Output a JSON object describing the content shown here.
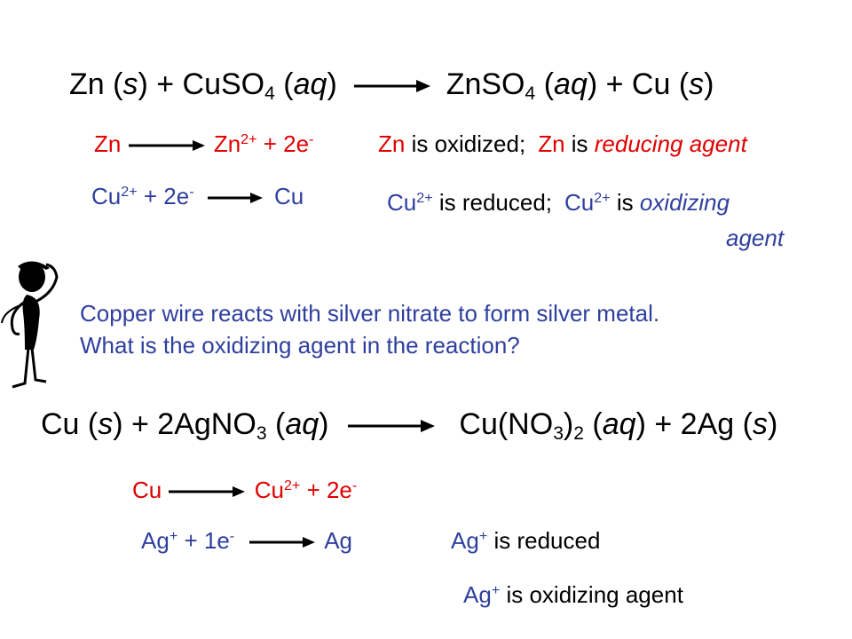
{
  "reaction1": {
    "equation": {
      "t1": "Zn (",
      "t2": "s",
      "t3": ") + CuSO",
      "sub1": "4",
      "t4": " (",
      "t5": "aq",
      "t6": ")",
      "t7": "ZnSO",
      "sub2": "4",
      "t8": " (",
      "t9": "aq",
      "t10": ") + Cu (",
      "t11": "s",
      "t12": ")"
    },
    "half1": {
      "left": "Zn",
      "right_base": "Zn",
      "right_sup": "2+",
      "right_mid": " + 2e",
      "right_sup2": "-"
    },
    "half2": {
      "left_base": "Cu",
      "left_sup": "2+",
      "left_mid": " + 2e",
      "left_sup2": "-",
      "right": "Cu"
    },
    "note1": {
      "p1": "Zn",
      "p2": " is oxidized;",
      "p3": "Zn",
      "p4": " is ",
      "p5": "reducing agent"
    },
    "note2": {
      "p1": "Cu",
      "p1sup": "2+",
      "p2": " is reduced;",
      "p3": "Cu",
      "p3sup": "2+",
      "p4": " is ",
      "p5": "oxidizing",
      "p6": "agent"
    }
  },
  "question": {
    "line1": "Copper wire reacts with silver nitrate to form silver metal.",
    "line2": "What is the oxidizing agent in the reaction?"
  },
  "reaction2": {
    "equation": {
      "t1": "Cu (",
      "t2": "s",
      "t3": ") + 2AgNO",
      "sub1": "3",
      "t4": " (",
      "t5": "aq",
      "t6": ")",
      "t7": "Cu(NO",
      "sub2": "3",
      "t8": ")",
      "sub3": "2",
      "t9": " (",
      "t10": "aq",
      "t11": ") + 2Ag (",
      "t12": "s",
      "t13": ")"
    },
    "half1": {
      "left": "Cu",
      "right_base": "Cu",
      "right_sup": "2+",
      "right_mid": " + 2e",
      "right_sup2": "-"
    },
    "half2": {
      "left_base": "Ag",
      "left_sup": "+",
      "left_mid": " + 1e",
      "left_sup2": "-",
      "right": "Ag"
    },
    "note1": {
      "base": "Ag",
      "sup": "+",
      "rest": " is reduced"
    },
    "note2": {
      "base": "Ag",
      "sup": "+",
      "rest": " is oxidizing agent"
    }
  },
  "colors": {
    "red": "#e00000",
    "blue": "#2f3f9e",
    "text": "#000000"
  },
  "icons": {
    "figure": "thinking-stick-figure-icon",
    "arrow": "right-arrow-icon"
  }
}
